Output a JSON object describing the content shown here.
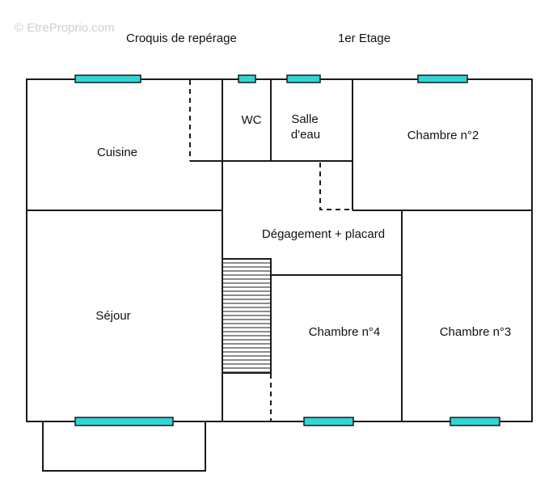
{
  "watermark": "© EtreProprio.com",
  "header": {
    "left": "Croquis de repérage",
    "right": "1er Etage"
  },
  "rooms": {
    "cuisine": "Cuisine",
    "wc": "WC",
    "salle_line1": "Salle",
    "salle_line2": "d'eau",
    "chambre2": "Chambre n°2",
    "degagement": "Dégagement + placard",
    "sejour": "Séjour",
    "chambre4": "Chambre n°4",
    "chambre3": "Chambre n°3"
  }
}
